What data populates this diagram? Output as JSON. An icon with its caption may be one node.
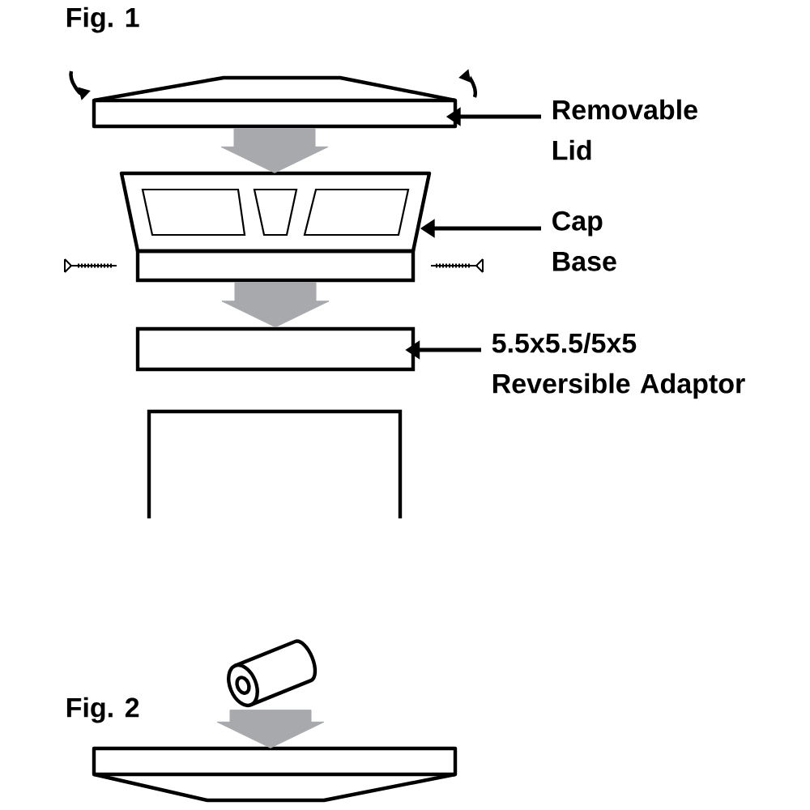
{
  "diagram": {
    "nodes": [
      {
        "text": [],
        "shape": "picture"
      },
      {
        "text": [
          "Removable Lid"
        ]
      },
      {
        "text": [],
        "shape": "picture"
      },
      {
        "text": [
          "Cap Base"
        ]
      },
      {
        "text": [],
        "shape": "box"
      },
      {
        "text": [
          "5.5x5.5/5x5 Reversible Adaptor"
        ]
      },
      {
        "text": [],
        "shape": "cylinder"
      },
      {
        "text": [],
        "shape": "picture"
      }
    ],
    "edges": [
      {
        "from": 1,
        "to": 0,
        "arrow": "to"
      },
      {
        "from": 0,
        "to": 2,
        "arrow": "to",
        "style": "thick",
        "color": "#a7a9ac"
      },
      {
        "from": 3,
        "to": 2,
        "arrow": "to"
      },
      {
        "from": 2,
        "to": 4,
        "arrow": "to",
        "style": "thick",
        "color": "#a7a9ac"
      },
      {
        "from": 5,
        "to": 4,
        "arrow": "to"
      },
      {
        "from": 6,
        "to": 7,
        "arrow": "to",
        "style": "thick",
        "color": "#a7a9ac"
      }
    ],
    "labels": [
      "Fig. 1",
      "Fig. 2"
    ]
  }
}
